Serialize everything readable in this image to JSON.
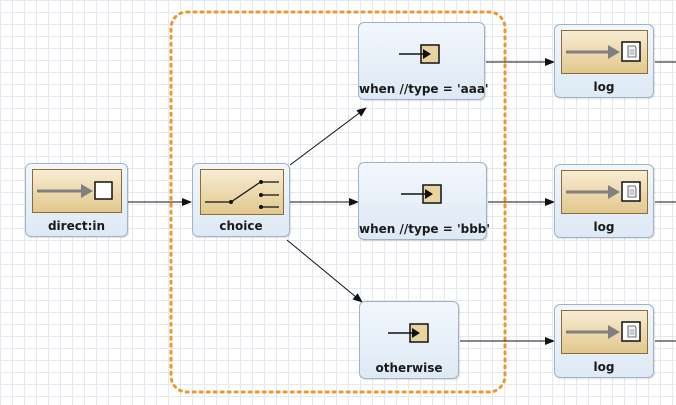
{
  "nodes": {
    "direct_in": {
      "label": "direct:in"
    },
    "choice": {
      "label": "choice"
    },
    "when_aaa": {
      "label": "when //type = 'aaa'"
    },
    "when_bbb": {
      "label": "when //type = 'bbb'"
    },
    "otherwise": {
      "label": "otherwise"
    },
    "log_1": {
      "label": "log"
    },
    "log_2": {
      "label": "log"
    },
    "log_3": {
      "label": "log"
    }
  },
  "colors": {
    "selection_outline": "#f0962a",
    "node_border": "#9fb3c8",
    "node_fill": "#e8f0f8",
    "icon_gold": "#e2c88e",
    "grid": "#e3e9ef"
  },
  "icons": {
    "direct_in": "endpoint-in-icon",
    "choice": "switch-icon",
    "when": "arrow-into-box-icon",
    "log": "log-document-icon"
  }
}
